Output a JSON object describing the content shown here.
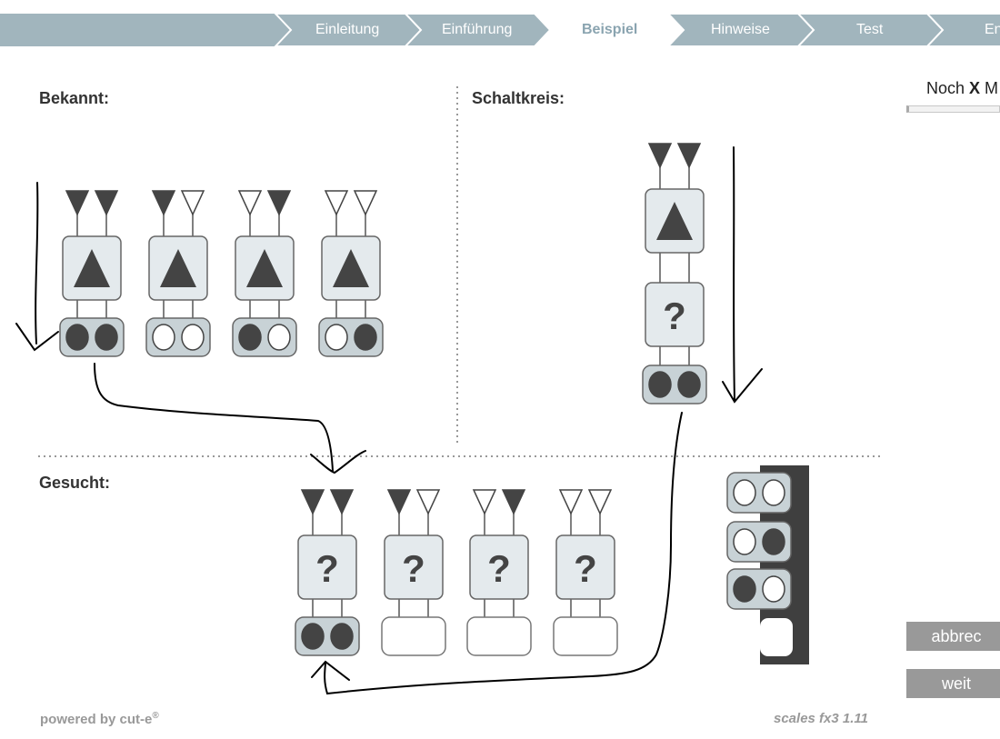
{
  "nav": {
    "steps": [
      "Einleitung",
      "Einführung",
      "Beispiel",
      "Hinweise",
      "Test",
      "En"
    ],
    "active_step": "Beispiel"
  },
  "sections": {
    "known": "Bekannt:",
    "circuit": "Schaltkreis:",
    "wanted": "Gesucht:"
  },
  "known_examples": [
    {
      "inputs": [
        "filled",
        "filled"
      ],
      "operator": "triangle",
      "outputs": [
        "filled",
        "filled"
      ]
    },
    {
      "inputs": [
        "filled",
        "empty"
      ],
      "operator": "triangle",
      "outputs": [
        "empty",
        "empty"
      ]
    },
    {
      "inputs": [
        "empty",
        "filled"
      ],
      "operator": "triangle",
      "outputs": [
        "filled",
        "empty"
      ]
    },
    {
      "inputs": [
        "empty",
        "empty"
      ],
      "operator": "triangle",
      "outputs": [
        "empty",
        "filled"
      ]
    }
  ],
  "circuit": {
    "inputs": [
      "filled",
      "filled"
    ],
    "operators": [
      "triangle",
      "?"
    ],
    "outputs": [
      "filled",
      "filled"
    ]
  },
  "wanted_tasks": [
    {
      "inputs": [
        "filled",
        "filled"
      ],
      "operator": "?",
      "outputs": [
        "filled",
        "filled"
      ]
    },
    {
      "inputs": [
        "filled",
        "empty"
      ],
      "operator": "?",
      "outputs": null
    },
    {
      "inputs": [
        "empty",
        "filled"
      ],
      "operator": "?",
      "outputs": null
    },
    {
      "inputs": [
        "empty",
        "empty"
      ],
      "operator": "?",
      "outputs": null
    }
  ],
  "answer_options": [
    {
      "outputs": [
        "empty",
        "empty"
      ]
    },
    {
      "outputs": [
        "empty",
        "filled"
      ]
    },
    {
      "outputs": [
        "filled",
        "empty"
      ]
    },
    {
      "outputs": null
    }
  ],
  "question_mark": "?",
  "sidebar": {
    "remaining_prefix": "Noch ",
    "remaining_value": "X",
    "remaining_suffix": " M",
    "cancel_label": "abbrec",
    "next_label": "weit"
  },
  "footer": {
    "powered_by": "powered by cut-e",
    "registered_mark": "®",
    "version": "scales fx3 1.11"
  },
  "colors": {
    "nav_bar": "#a1b5bd",
    "box_fill": "#e4eaed",
    "output_fill": "#c8d2d6",
    "dark": "#444444",
    "rail": "#3f3f3f",
    "button": "#999999"
  }
}
